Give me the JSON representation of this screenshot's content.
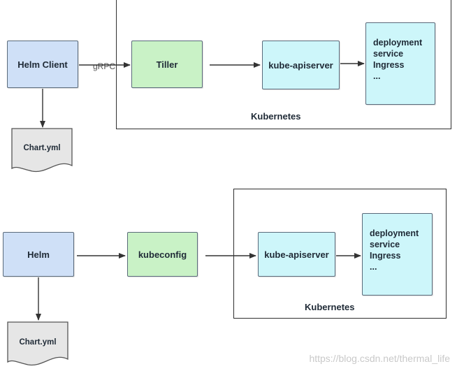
{
  "top": {
    "helm_client": "Helm Client",
    "grpc_label": "gRPC",
    "tiller": "Tiller",
    "kube_apiserver": "kube-apiserver",
    "resources": [
      "deployment",
      "service",
      "Ingress",
      "..."
    ],
    "cluster_label": "Kubernetes",
    "chart_file": "Chart.yml"
  },
  "bottom": {
    "helm": "Helm",
    "kubeconfig": "kubeconfig",
    "kube_apiserver": "kube-apiserver",
    "resources": [
      "deployment",
      "service",
      "Ingress",
      "..."
    ],
    "cluster_label": "Kubernetes",
    "chart_file": "Chart.yml"
  },
  "watermark": "https://blog.csdn.net/thermal_life",
  "colors": {
    "client_blue": "#cfe0f7",
    "tiller_green": "#c9f2c6",
    "server_cyan": "#cdf6fa",
    "document_gray": "#e6e6e6"
  }
}
